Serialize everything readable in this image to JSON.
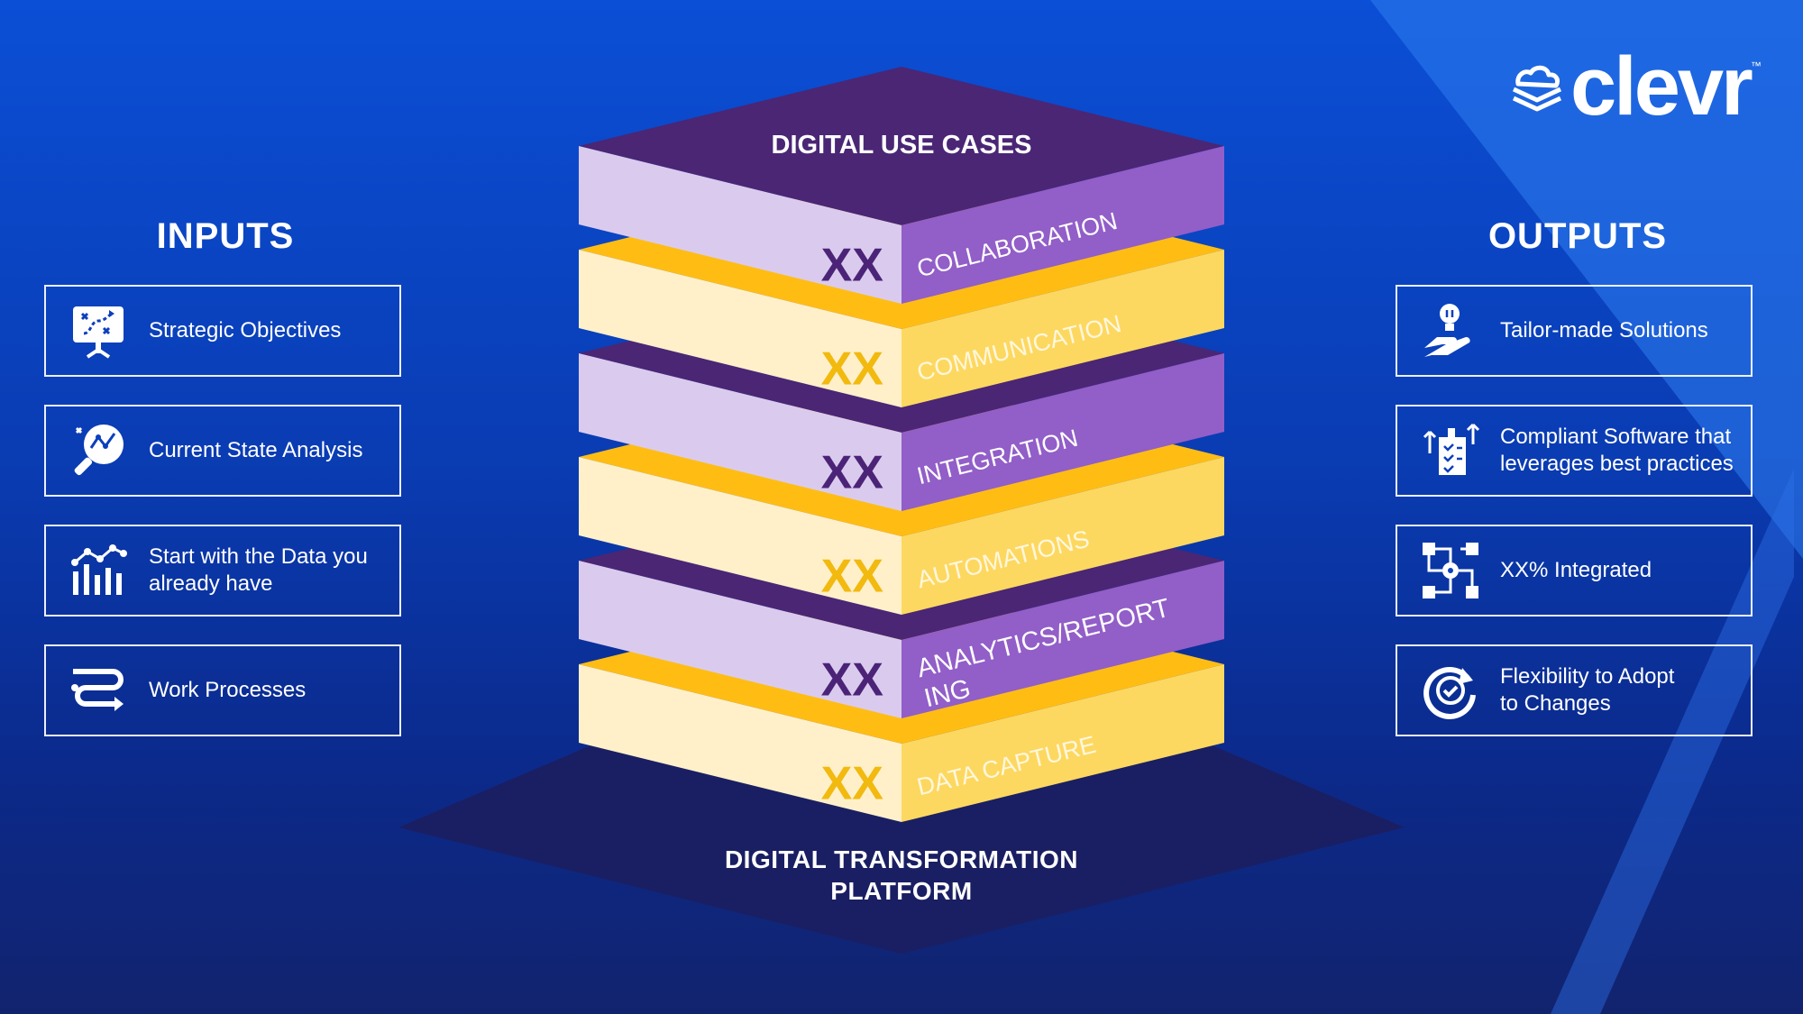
{
  "colors": {
    "purple_dark": "#4a2675",
    "purple_mid": "#925ec8",
    "purple_light": "#dacbee",
    "yellow_top": "#ffbd14",
    "yellow_mid": "#fdd860",
    "yellow_light": "#fff0c9",
    "base": "#1a1f63",
    "xx_purple": "#4b2478",
    "xx_yellow": "#f2b90f"
  },
  "logo": {
    "word": "clevr",
    "tm": "™",
    "icon": "cloud-stack-icon"
  },
  "inputs": {
    "title": "INPUTS",
    "items": [
      {
        "label": "Strategic Objectives",
        "icon": "strategy-board-icon"
      },
      {
        "label": "Current State Analysis",
        "icon": "analysis-magnifier-icon"
      },
      {
        "label": "Start with the Data you already have",
        "icon": "bar-chart-icon"
      },
      {
        "label": "Work Processes",
        "icon": "process-flow-icon"
      }
    ]
  },
  "outputs": {
    "title": "OUTPUTS",
    "items": [
      {
        "label": "Tailor-made Solutions",
        "icon": "hand-lightbulb-icon"
      },
      {
        "label": "Compliant Software that leverages best practices",
        "icon": "compliance-checklist-icon"
      },
      {
        "label": "XX% Integrated",
        "icon": "network-nodes-icon"
      },
      {
        "label": "Flexibility to Adopt to Changes",
        "icon": "circular-check-icon"
      }
    ]
  },
  "stack": {
    "top_label": "DIGITAL USE CASES",
    "layers": [
      {
        "value": "XX",
        "label_lines": [
          "COLLABORATION"
        ],
        "theme": "purple"
      },
      {
        "value": "XX",
        "label_lines": [
          "COMMUNICATION"
        ],
        "theme": "yellow"
      },
      {
        "value": "XX",
        "label_lines": [
          "INTEGRATION"
        ],
        "theme": "purple"
      },
      {
        "value": "XX",
        "label_lines": [
          "AUTOMATIONS"
        ],
        "theme": "yellow"
      },
      {
        "value": "XX",
        "label_lines": [
          "ANALYTICS/REPORT",
          "ING"
        ],
        "theme": "purple"
      },
      {
        "value": "XX",
        "label_lines": [
          "DATA CAPTURE"
        ],
        "theme": "yellow"
      }
    ]
  },
  "platform": {
    "title_line1": "DIGITAL TRANSFORMATION",
    "title_line2": "PLATFORM"
  }
}
